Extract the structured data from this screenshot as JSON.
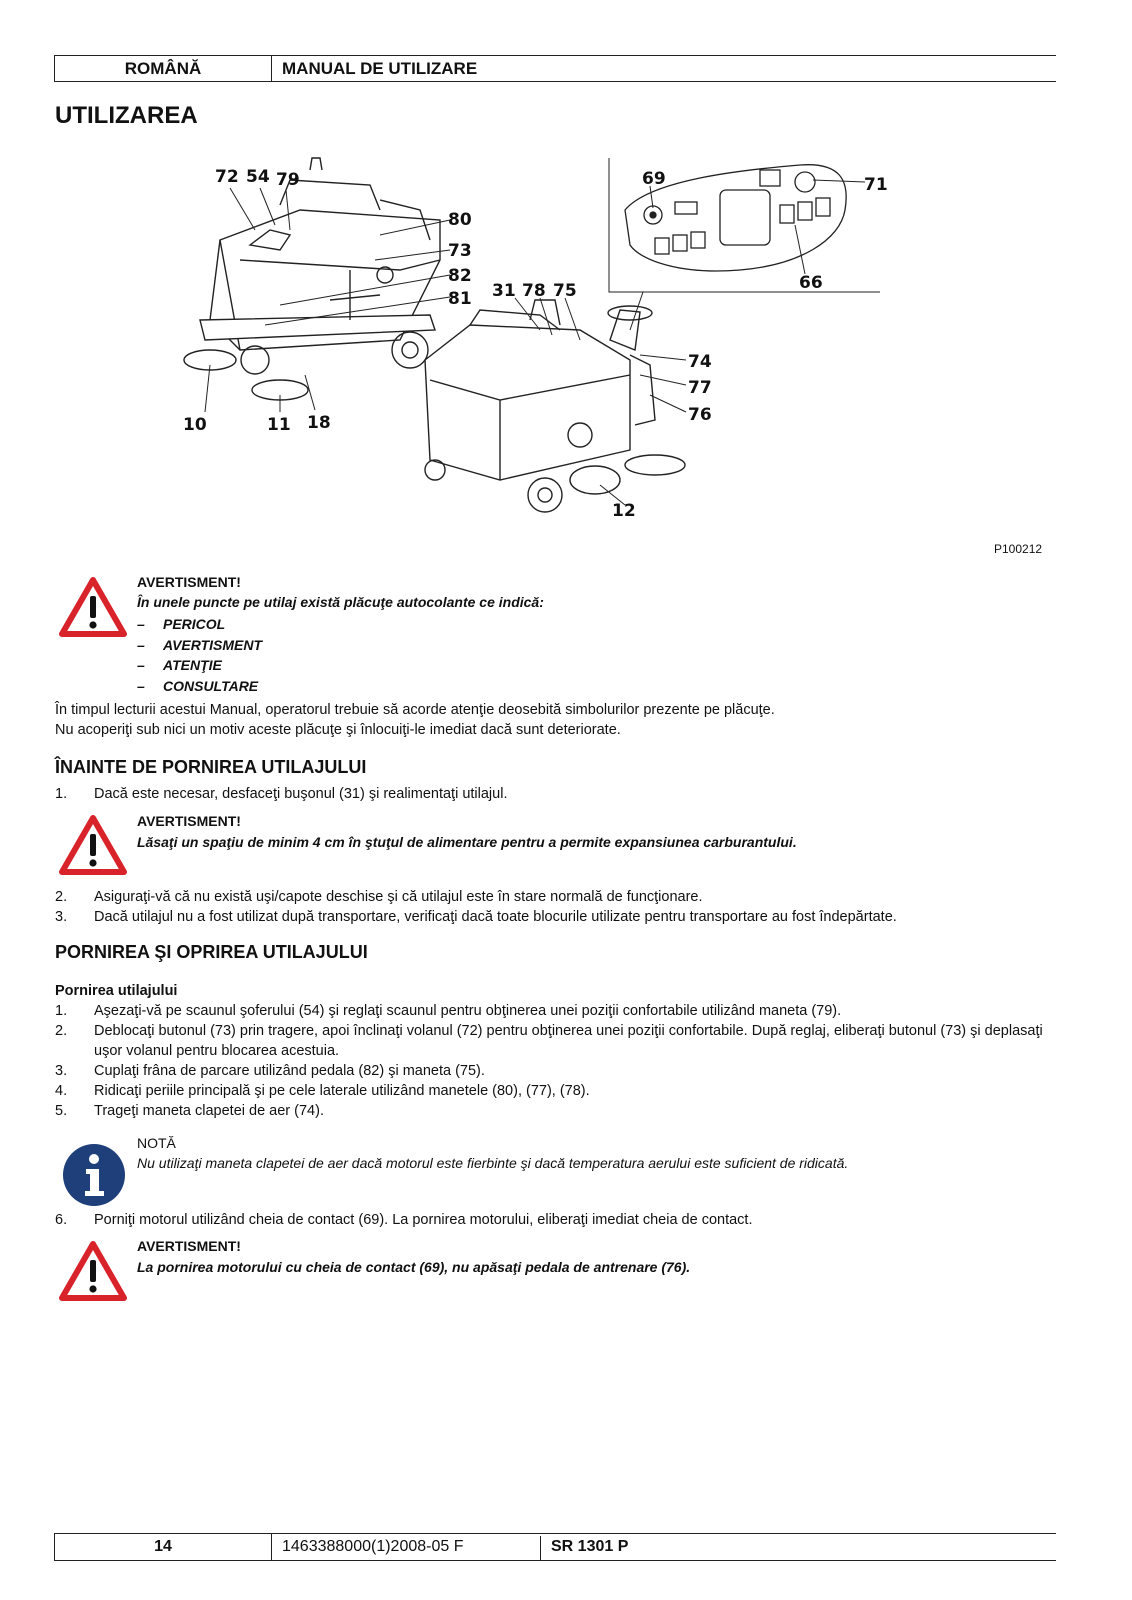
{
  "header": {
    "language": "ROMÂNĂ",
    "manual_title": "MANUAL DE UTILIZARE"
  },
  "page_title": "UTILIZAREA",
  "figure": {
    "code": "P100212",
    "labels_left": [
      "72",
      "54",
      "79",
      "80",
      "73",
      "82",
      "81",
      "10",
      "11",
      "18"
    ],
    "labels_right": [
      "69",
      "71",
      "66",
      "31",
      "78",
      "75",
      "74",
      "77",
      "76",
      "12"
    ]
  },
  "warning1": {
    "heading": "AVERTISMENT!",
    "intro": "În unele puncte pe utilaj există plăcuţe autocolante ce indică:",
    "items": [
      "PERICOL",
      "AVERTISMENT",
      "ATENŢIE",
      "CONSULTARE"
    ]
  },
  "intro_para": [
    "În timpul lecturii acestui Manual, operatorul trebuie să acorde atenţie deosebită simbolurilor prezente pe plăcuţe.",
    "Nu acoperiţi sub nici un motiv aceste plăcuţe şi înlocuiţi-le imediat dacă sunt deteriorate."
  ],
  "section1": {
    "title": "ÎNAINTE DE PORNIREA UTILAJULUI",
    "step1": {
      "num": "1.",
      "text": "Dacă este necesar, desfaceţi buşonul (31) şi realimentaţi utilajul."
    },
    "warning": {
      "heading": "AVERTISMENT!",
      "text": "Lăsaţi un spaţiu de minim 4 cm în ştuţul de alimentare pentru a permite expansiunea carburantului."
    },
    "steps_after": [
      {
        "num": "2.",
        "text": "Asiguraţi-vă că nu există uşi/capote deschise şi că utilajul este în stare normală de funcţionare."
      },
      {
        "num": "3.",
        "text": "Dacă utilajul nu a fost utilizat după transportare, verificaţi dacă toate blocurile utilizate pentru transportare au fost îndepărtate."
      }
    ]
  },
  "section2": {
    "title": "PORNIREA ŞI OPRIREA UTILAJULUI",
    "subtitle": "Pornirea utilajului",
    "steps": [
      {
        "num": "1.",
        "text": "Aşezaţi-vă pe scaunul şoferului (54) şi reglaţi scaunul pentru obţinerea unei poziţii confortabile utilizând maneta (79)."
      },
      {
        "num": "2.",
        "text": "Deblocaţi butonul (73) prin tragere, apoi înclinaţi volanul (72) pentru obţinerea unei poziţii confortabile. După reglaj, eliberaţi butonul (73) şi deplasaţi uşor volanul pentru blocarea acestuia."
      },
      {
        "num": "3.",
        "text": "Cuplaţi frâna de parcare utilizând pedala (82) şi maneta (75)."
      },
      {
        "num": "4.",
        "text": "Ridicaţi periile principală şi pe cele laterale utilizând manetele (80), (77), (78)."
      },
      {
        "num": "5.",
        "text": "Trageţi maneta clapetei de aer (74)."
      }
    ],
    "note": {
      "heading": "NOTĂ",
      "text": "Nu utilizaţi maneta clapetei de aer dacă motorul este fierbinte şi dacă temperatura aerului este suficient de ridicată."
    },
    "step6": {
      "num": "6.",
      "text": "Porniţi motorul utilizând cheia de contact (69). La pornirea motorului, eliberaţi imediat cheia de contact."
    },
    "warning": {
      "heading": "AVERTISMENT!",
      "text": "La pornirea motorului cu cheia de contact (69), nu apăsaţi pedala de antrenare (76)."
    }
  },
  "footer": {
    "page": "14",
    "doc_code": "1463388000(1)2008-05 F",
    "model": "SR 1301 P"
  },
  "colors": {
    "warning_red": "#d9232a",
    "info_blue": "#1f3f7a"
  }
}
